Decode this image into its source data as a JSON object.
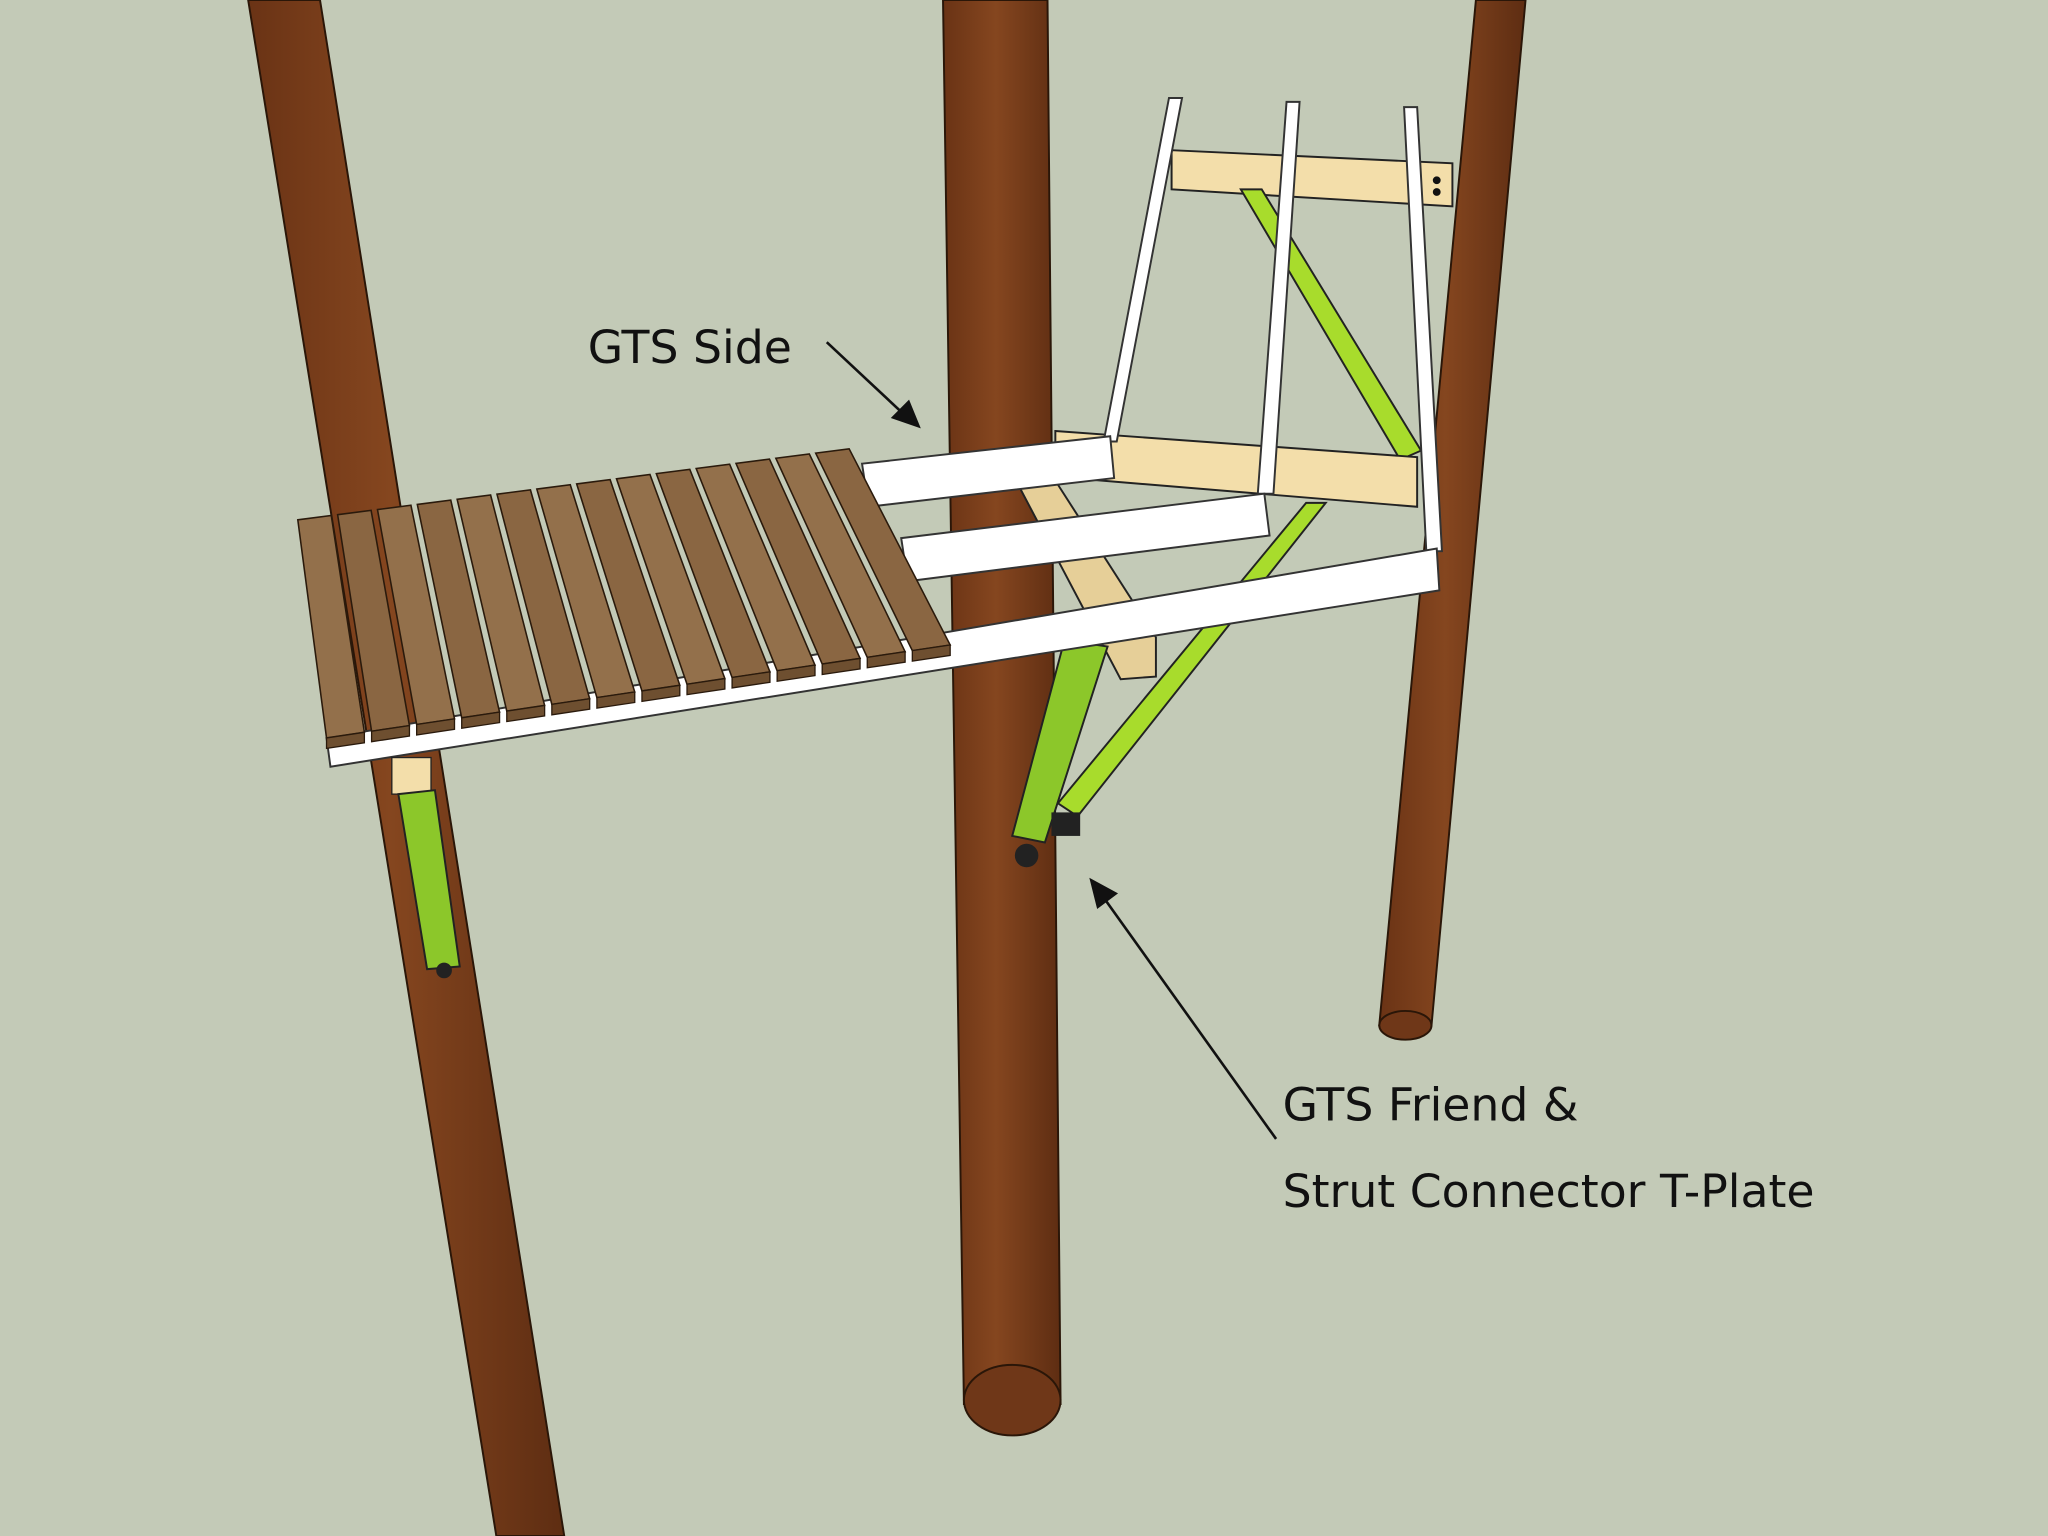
{
  "labels": {
    "gts_side": "GTS Side",
    "gts_friend_line1": "GTS Friend &",
    "gts_friend_line2": "Strut Connector T-Plate"
  },
  "colors": {
    "background": "#c3cab7",
    "trunk": "#7b3f1e",
    "deck": "#8e6a45",
    "frame": "#ffffff",
    "lumber": "#f3deaa",
    "strut": "#9fd22a"
  },
  "deck_board_count": 14
}
